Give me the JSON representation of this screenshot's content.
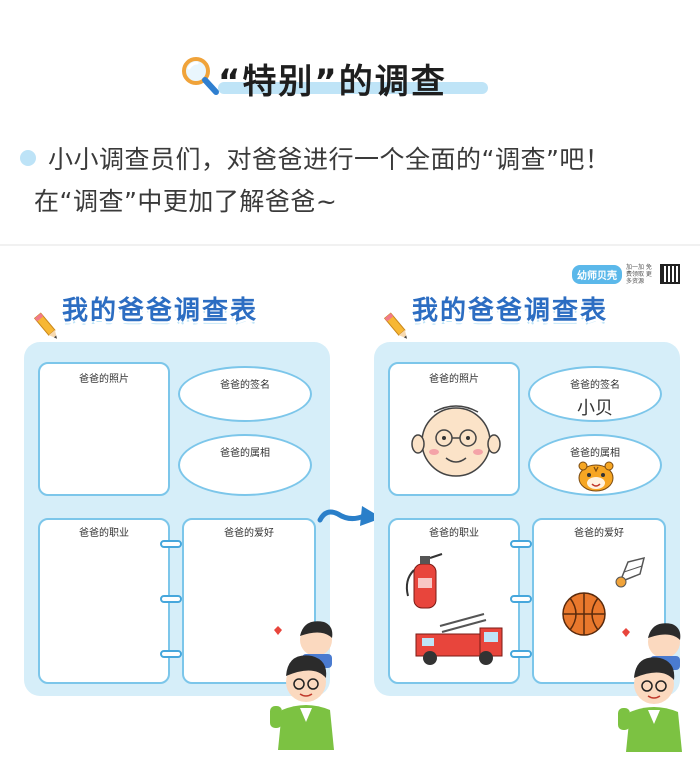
{
  "header": {
    "title": "“特别”的调查",
    "icon": "magnifier-icon"
  },
  "intro": {
    "line1": "小小调查员们，对爸爸进行一个全面的“调查”吧！",
    "line2": "在“调查”中更加了解爸爸~"
  },
  "logo": {
    "badge": "幼师贝壳",
    "side": "加一加 免费领取 更多资源"
  },
  "cards": {
    "left": {
      "title": "我的爸爸调查表",
      "photo_label": "爸爸的照片",
      "sign_label": "爸爸的签名",
      "zodiac_label": "爸爸的属相",
      "job_label": "爸爸的职业",
      "hobby_label": "爸爸的爱好"
    },
    "right": {
      "title": "我的爸爸调查表",
      "photo_label": "爸爸的照片",
      "sign_label": "爸爸的签名",
      "signature": "小贝",
      "zodiac_label": "爸爸的属相",
      "job_label": "爸爸的职业",
      "hobby_label": "爸爸的爱好"
    }
  },
  "colors": {
    "accent_blue": "#2c6dc2",
    "sheet_bg": "#d6eef9",
    "border_blue": "#7cc6ea"
  }
}
